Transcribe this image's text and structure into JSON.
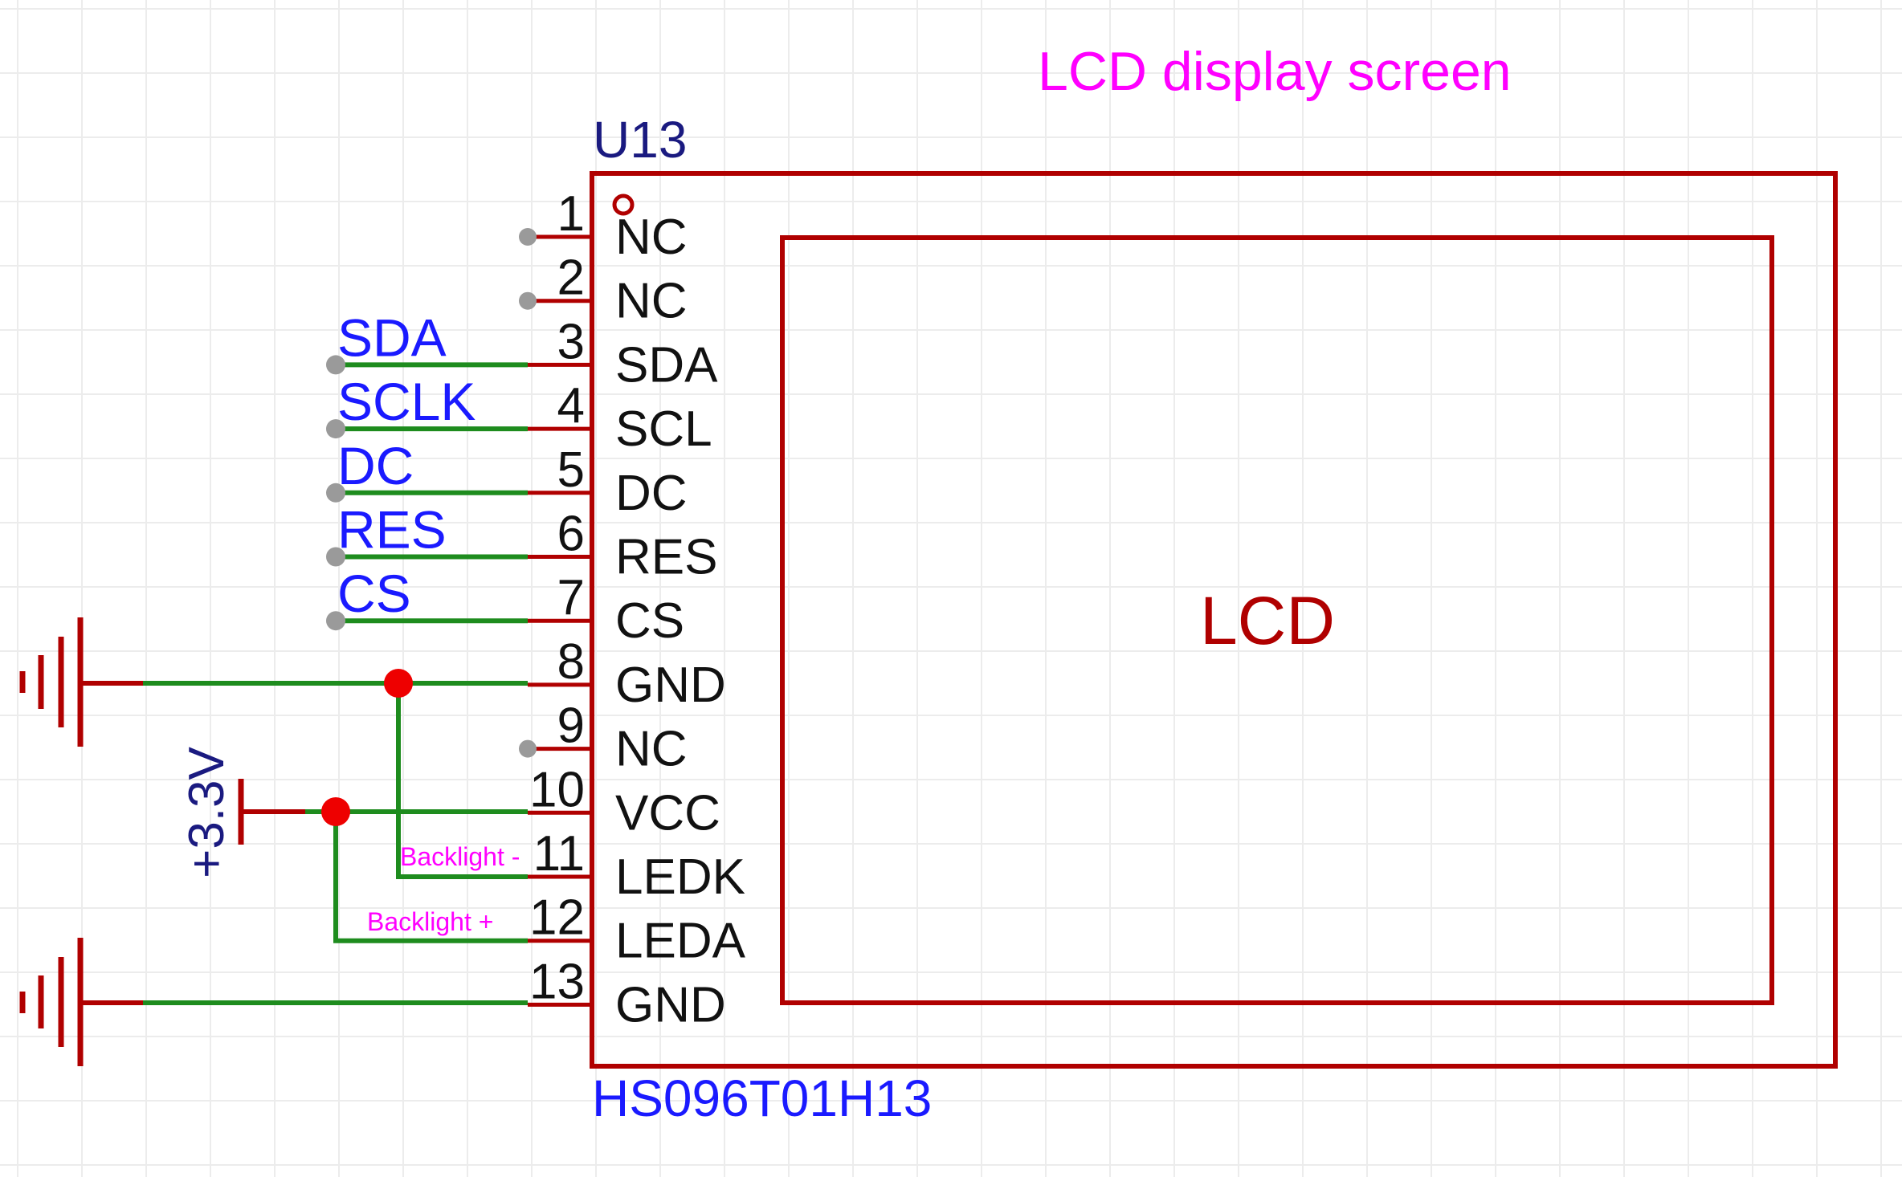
{
  "title": "LCD display screen",
  "component": {
    "ref": "U13",
    "part": "HS096T01H13",
    "body_label": "LCD"
  },
  "pins": [
    {
      "num": "1",
      "name": "NC",
      "net": "",
      "connection": "no-connect"
    },
    {
      "num": "2",
      "name": "NC",
      "net": "",
      "connection": "no-connect"
    },
    {
      "num": "3",
      "name": "SDA",
      "net": "SDA",
      "connection": "net-label"
    },
    {
      "num": "4",
      "name": "SCL",
      "net": "SCLK",
      "connection": "net-label"
    },
    {
      "num": "5",
      "name": "DC",
      "net": "DC",
      "connection": "net-label"
    },
    {
      "num": "6",
      "name": "RES",
      "net": "RES",
      "connection": "net-label"
    },
    {
      "num": "7",
      "name": "CS",
      "net": "CS",
      "connection": "net-label"
    },
    {
      "num": "8",
      "name": "GND",
      "net": "",
      "connection": "ground"
    },
    {
      "num": "9",
      "name": "NC",
      "net": "",
      "connection": "no-connect"
    },
    {
      "num": "10",
      "name": "VCC",
      "net": "",
      "connection": "power"
    },
    {
      "num": "11",
      "name": "LEDK",
      "net": "",
      "connection": "ground"
    },
    {
      "num": "12",
      "name": "LEDA",
      "net": "",
      "connection": "power"
    },
    {
      "num": "13",
      "name": "GND",
      "net": "",
      "connection": "ground"
    }
  ],
  "power": {
    "label": "+3.3V"
  },
  "annotations": {
    "backlight_minus": "Backlight -",
    "backlight_plus": "Backlight +"
  },
  "colors": {
    "component": "#b00000",
    "wire": "#1e8c1e",
    "net_label": "#1a1aff",
    "title": "#ff00ff",
    "pin_text": "#111111",
    "junction": "#ee0000",
    "power_label": "#1a1a80",
    "grid": "#ececec"
  }
}
